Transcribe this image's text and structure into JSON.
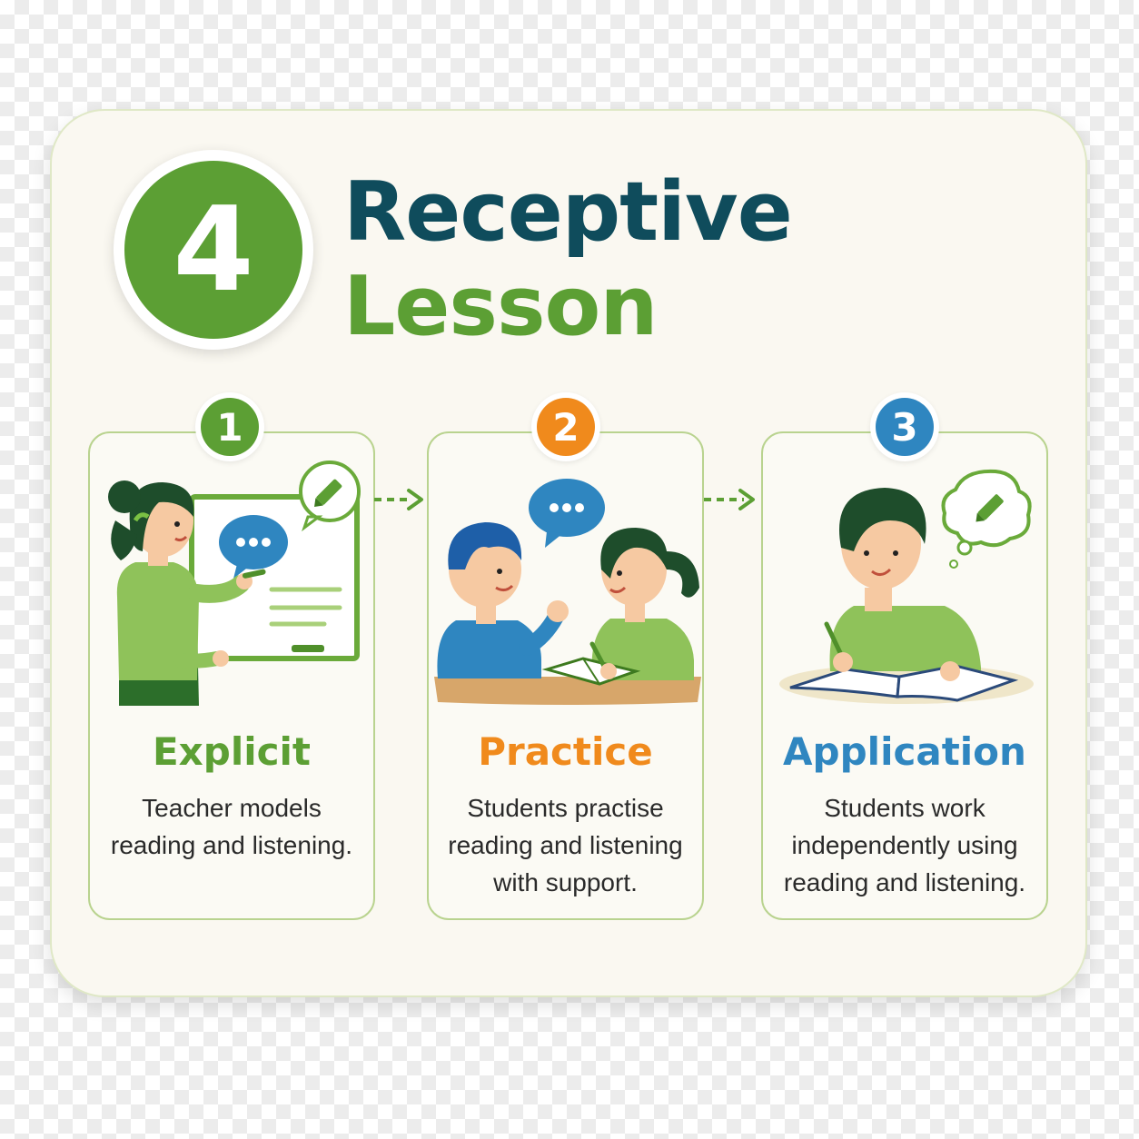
{
  "header": {
    "number": "4",
    "title_line1": "Receptive",
    "title_line2": "Lesson"
  },
  "colors": {
    "green": "#5c9f34",
    "orange": "#f08a1c",
    "blue": "#2f86c0",
    "navy": "#0f4c5c"
  },
  "steps": [
    {
      "number": "1",
      "title": "Explicit",
      "description": "Teacher models reading and listening.",
      "color": "#5c9f34",
      "icon": "teacher-whiteboard-icon"
    },
    {
      "number": "2",
      "title": "Practice",
      "description": "Students practise reading and listening with support.",
      "color": "#f08a1c",
      "icon": "students-discussion-icon"
    },
    {
      "number": "3",
      "title": "Application",
      "description": "Students work independently using reading and listening.",
      "color": "#2f86c0",
      "icon": "student-writing-icon"
    }
  ]
}
